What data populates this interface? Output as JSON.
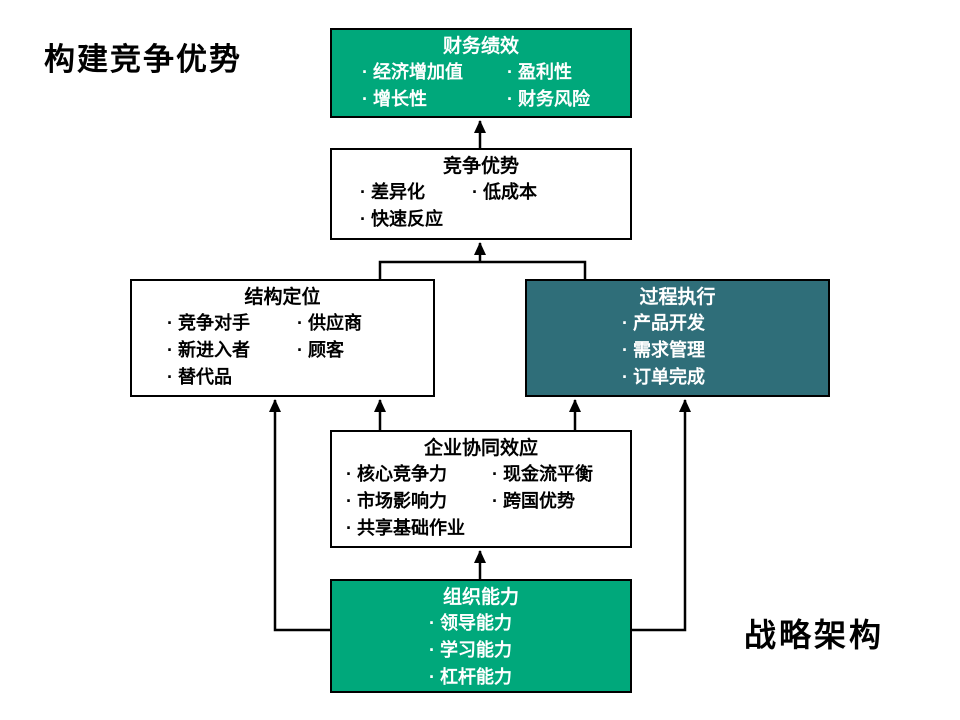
{
  "slide": {
    "heading_left": "构建竞争优势",
    "heading_right": "战略架构"
  },
  "colors": {
    "green_box": "#00A87B",
    "dark_teal_box": "#2F6E79",
    "box_border": "#000000",
    "background": "#FFFFFF",
    "text_on_color": "#FFFFFF",
    "text_on_white": "#000000"
  },
  "boxes": {
    "financial": {
      "title": "财务绩效",
      "rows": [
        [
          "· 经济增加值",
          "· 盈利性"
        ],
        [
          "· 增长性",
          "· 财务风险"
        ]
      ]
    },
    "advantage": {
      "title": "竞争优势",
      "rows": [
        [
          "· 差异化",
          "· 低成本"
        ],
        [
          "· 快速反应"
        ]
      ]
    },
    "structural": {
      "title": "结构定位",
      "rows": [
        [
          "· 竞争对手",
          "· 供应商"
        ],
        [
          "· 新进入者",
          "· 顾客"
        ],
        [
          "· 替代品"
        ]
      ]
    },
    "process": {
      "title": "过程执行",
      "rows": [
        [
          "· 产品开发"
        ],
        [
          "· 需求管理"
        ],
        [
          "· 订单完成"
        ]
      ]
    },
    "synergy": {
      "title": "企业协同效应",
      "rows": [
        [
          "· 核心竞争力",
          "· 现金流平衡"
        ],
        [
          "· 市场影响力",
          "· 跨国优势"
        ],
        [
          "· 共享基础作业"
        ]
      ]
    },
    "organization": {
      "title": "组织能力",
      "rows": [
        [
          "· 领导能力"
        ],
        [
          "· 学习能力"
        ],
        [
          "· 杠杆能力"
        ]
      ]
    }
  }
}
